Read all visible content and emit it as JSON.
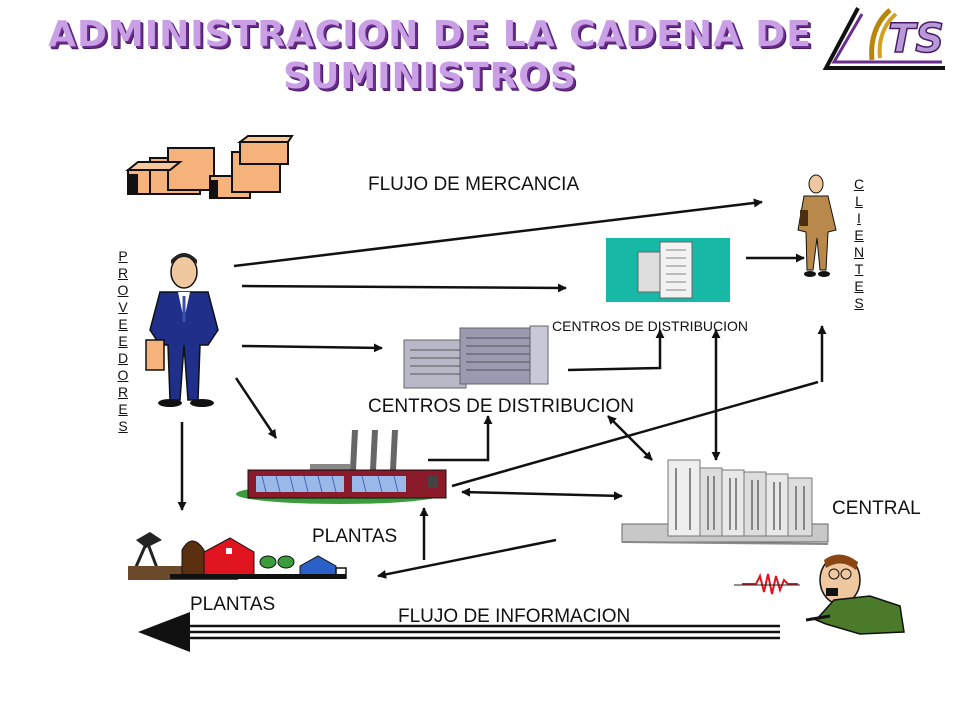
{
  "title_line1": "ADMINISTRACION DE LA CADENA DE",
  "title_line2": "SUMINISTROS",
  "logo_text": "TS",
  "labels": {
    "flujo_mercancia": "FLUJO DE MERCANCIA",
    "flujo_informacion": "FLUJO DE INFORMACION",
    "centros_distribucion_small": "CENTROS DE DISTRIBUCION",
    "centros_distribucion": "CENTROS DE DISTRIBUCION",
    "central": "CENTRAL",
    "plantas_upper": "PLANTAS",
    "plantas_lower": "PLANTAS"
  },
  "vertical_labels": {
    "proveedores": [
      "P",
      "R",
      "O",
      "V",
      "E",
      "E",
      "D",
      "O",
      "R",
      "E",
      "S"
    ],
    "clientes": [
      "C",
      "L",
      "I",
      "E",
      "N",
      "T",
      "E",
      "S"
    ]
  },
  "colors": {
    "title": "#c9a0e6",
    "title_shadow": "#6a2c8c",
    "boxes": "#f5b27a",
    "suit": "#1f2f8a",
    "plant_roof": "#8b1a2a",
    "barn": "#e0141e",
    "grass": "#3a9c3a",
    "arrow": "#111111"
  }
}
